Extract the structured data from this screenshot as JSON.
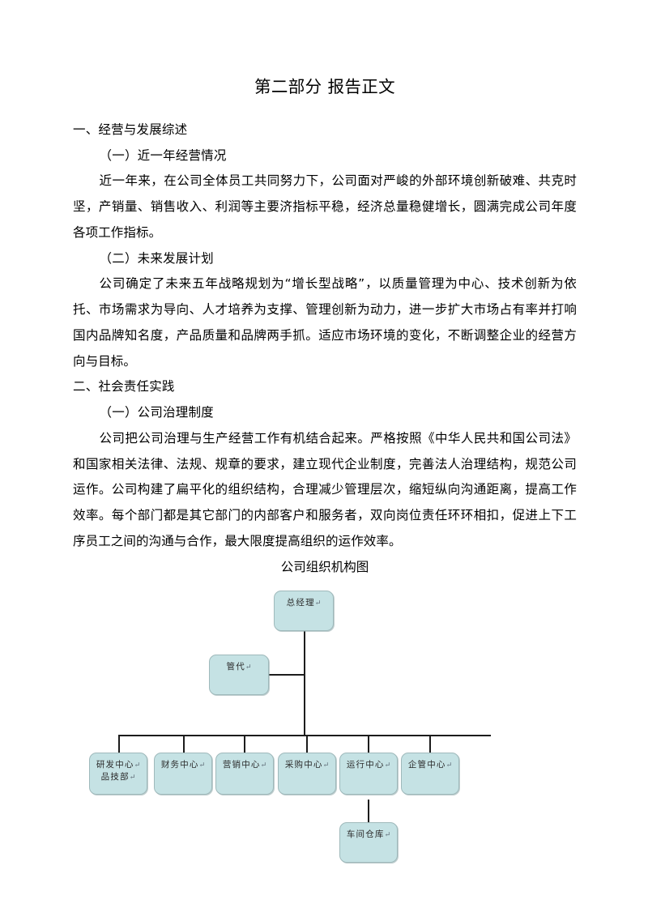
{
  "document": {
    "title": "第二部分 报告正文",
    "sections": [
      {
        "heading": "一、经营与发展综述",
        "subsections": [
          {
            "heading": "（一）近一年经营情况",
            "paragraph": "近一年来，在公司全体员工共同努力下，公司面对严峻的外部环境创新破难、共克时坚，产销量、销售收入、利润等主要济指标平稳，经济总量稳健增长，圆满完成公司年度各项工作指标。"
          },
          {
            "heading": "（二）未来发展计划",
            "paragraph": "公司确定了未来五年战略规划为“增长型战略”，以质量管理为中心、技术创新为依托、市场需求为导向、人才培养为支撑、管理创新为动力，进一步扩大市场占有率并打响国内品牌知名度，产品质量和品牌两手抓。适应市场环境的变化，不断调整企业的经营方向与目标。"
          }
        ]
      },
      {
        "heading": "二、社会责任实践",
        "subsections": [
          {
            "heading": "（一）公司治理制度",
            "paragraph": "公司把公司治理与生产经营工作有机结合起来。严格按照《中华人民共和国公司法》和国家相关法律、法规、规章的要求，建立现代企业制度，完善法人治理结构，规范公司运作。公司构建了扁平化的组织结构，合理减少管理层次，缩短纵向沟通距离，提高工作效率。每个部门都是其它部门的内部客户和服务者，双向岗位责任环环相扣，促进上下工序员工之间的沟通与合作，最大限度提高组织的运作效率。"
          }
        ]
      }
    ]
  },
  "figure": {
    "caption": "公司组织机构图",
    "colors": {
      "node_fill": "#c5e2e4",
      "node_border": "#9fb9bb",
      "connector": "#1c1c1c",
      "text": "#2b2b2b"
    },
    "nodes": {
      "general_manager": "总经理",
      "management_representative": "管代",
      "rnd_center_line1": "研发中心",
      "rnd_center_line2": "品技部",
      "finance_center": "财务中心",
      "marketing_center": "营销中心",
      "purchasing_center": "采购中心",
      "operations_center": "运行中心",
      "enterprise_management_center": "企管中心",
      "workshop_warehouse": "车间仓库"
    },
    "pilcrow": "↵"
  }
}
